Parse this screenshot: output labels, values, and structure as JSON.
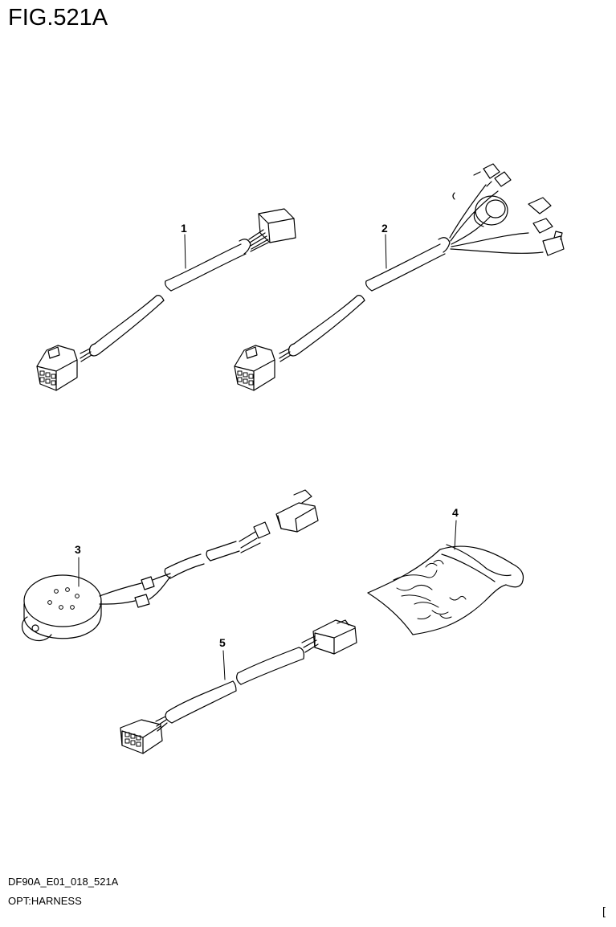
{
  "figure": {
    "title": "FIG.521A",
    "code": "DF90A_E01_018_521A",
    "description": "OPT:HARNESS",
    "corner_mark": "["
  },
  "parts": [
    {
      "label": "1",
      "icon": "wire-harness-icon"
    },
    {
      "label": "2",
      "icon": "wire-harness-branched-icon"
    },
    {
      "label": "3",
      "icon": "sensor-harness-icon"
    },
    {
      "label": "4",
      "icon": "parts-bag-icon"
    },
    {
      "label": "5",
      "icon": "short-harness-icon"
    }
  ]
}
